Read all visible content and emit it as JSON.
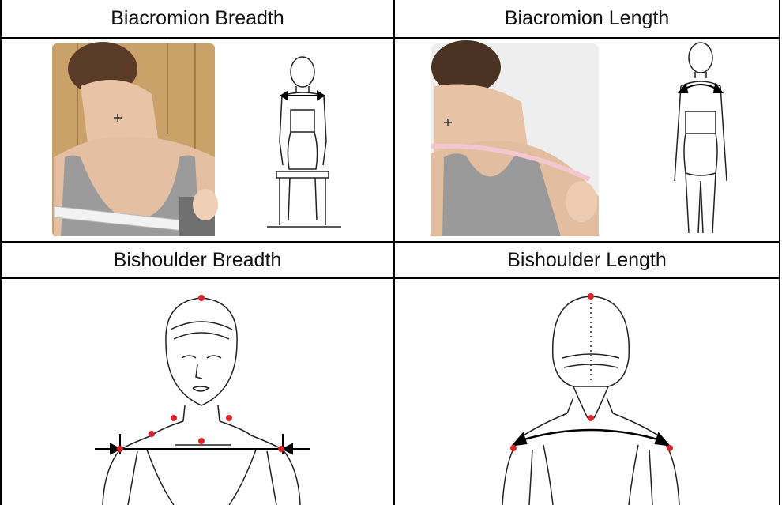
{
  "table": {
    "headers": [
      {
        "label": "Biacromion Breadth"
      },
      {
        "label": "Biacromion Length"
      },
      {
        "label": "Bishoulder Breadth"
      },
      {
        "label": "Bishoulder Length"
      }
    ]
  },
  "colors": {
    "landmark": "#d9262b",
    "skin": "#e9c7ad",
    "garment": "#9b9b9b",
    "tape": "#f3c7cf",
    "wall": "#c9a169"
  }
}
